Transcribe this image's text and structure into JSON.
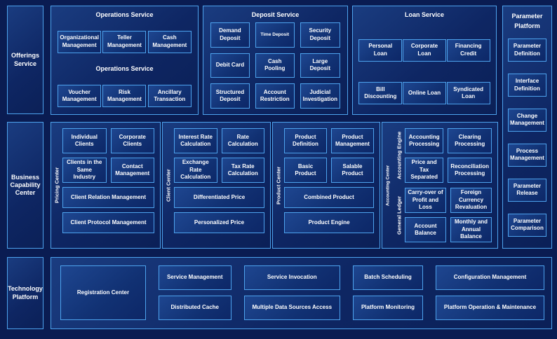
{
  "colors": {
    "background": "#0a1c52",
    "panel_fill": "#0e2663",
    "border": "#4da3ee",
    "text": "#ffffff"
  },
  "left_labels": {
    "offerings": "Offerings Service",
    "business": "Business Capability Center",
    "technology": "Technology Platform"
  },
  "top_row": {
    "operations": {
      "title": "Operations Service",
      "row1": [
        "Organizational Management",
        "Teller Management",
        "Cash Management"
      ],
      "mid_label": "Operations Service",
      "row2": [
        "Voucher Management",
        "Risk Management",
        "Ancillary Transaction"
      ]
    },
    "deposit": {
      "title": "Deposit Service",
      "items": [
        "Demand Deposit",
        "Time Deposit",
        "Security Deposit",
        "Debit Card",
        "Cash Pooling",
        "Large Deposit",
        "Structured Deposit",
        "Account Restriction",
        "Judicial Investigation"
      ]
    },
    "loan": {
      "title": "Loan Service",
      "items": [
        "Personal Loan",
        "Corporate Loan",
        "Financing Credit",
        "Bill Discounting",
        "Online Loan",
        "Syndicated Loan"
      ]
    }
  },
  "parameter_platform": {
    "title": "Parameter Platform",
    "items": [
      "Parameter Definition",
      "Interface Definition",
      "Change Management",
      "Process Management",
      "Parameter Release",
      "Parameter Comparison"
    ]
  },
  "middle_row": {
    "pricing_center": {
      "label": "Pricing Center",
      "small": [
        "Individual Clients",
        "Corporate Clients",
        "Clients in the Same Industry",
        "Contact Management"
      ],
      "wide": [
        "Client Relation Management",
        "Client Protocol Management"
      ]
    },
    "client_center": {
      "label": "Client Center",
      "small": [
        "Interest Rate Calculation",
        "Rate Calculation",
        "Exchange Rate Calculation",
        "Tax Rate Calculation"
      ],
      "wide": [
        "Differentiated Price",
        "Personalized Price"
      ]
    },
    "product_center": {
      "label": "Product Center",
      "small": [
        "Product Definition",
        "Product Management",
        "Basic Product",
        "Salable Product"
      ],
      "wide": [
        "Combined Product",
        "Product Engine"
      ]
    },
    "accounting_center": {
      "label": "Accounting Center",
      "groups": [
        {
          "label": "Accounting Engine",
          "items": [
            "Accounting Processing",
            "Clearing Processing",
            "Price and Tax Separated",
            "Reconciliation Processing"
          ]
        },
        {
          "label": "General Ledger",
          "items": [
            "Carry-over of Profit and Loss",
            "Foreign Currency Revaluation",
            "Account Balance",
            "Monthly and Annual Balance"
          ]
        }
      ]
    }
  },
  "bottom_row": {
    "registration": "Registration Center",
    "columns": [
      [
        "Service Management",
        "Distributed Cache"
      ],
      [
        "Service Invocation",
        "Multiple Data Sources Access"
      ],
      [
        "Batch Scheduling",
        "Platform Monitoring"
      ],
      [
        "Configuration Management",
        "Platform Operation & Maintenance"
      ]
    ]
  }
}
